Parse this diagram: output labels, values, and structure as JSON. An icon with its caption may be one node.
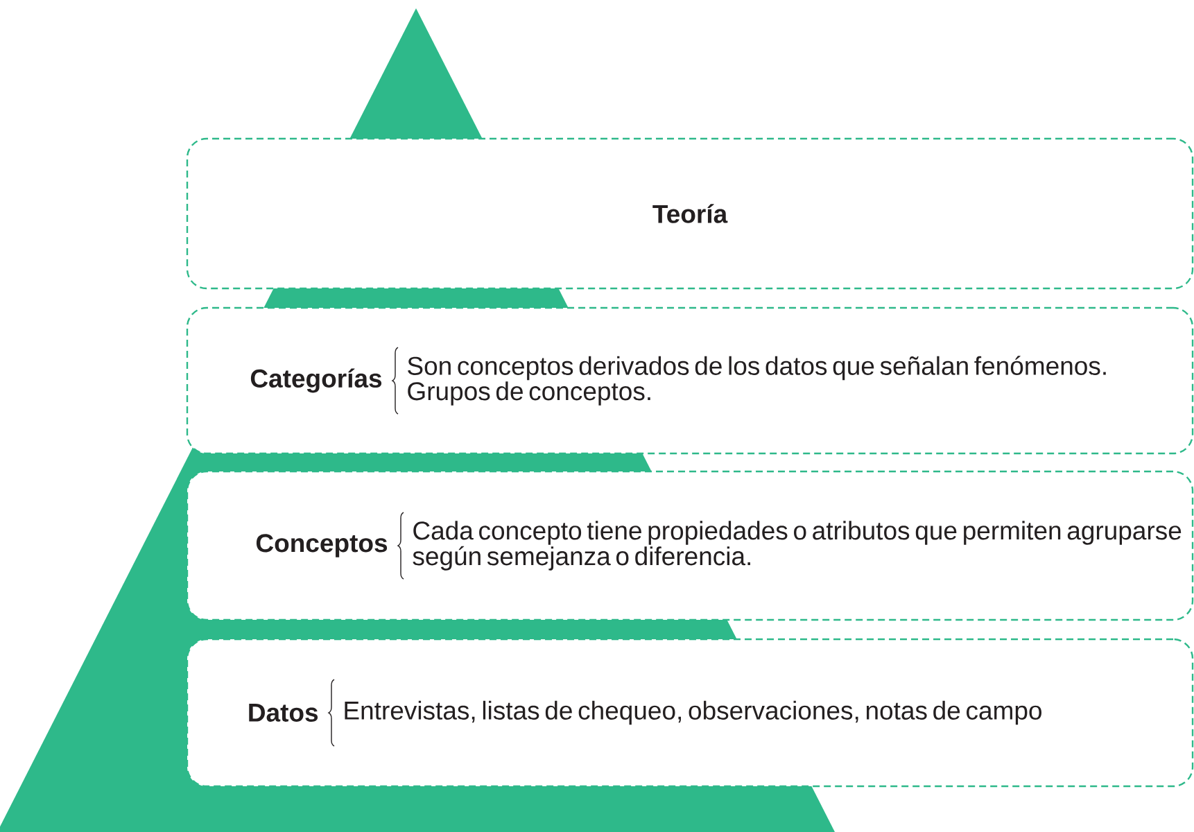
{
  "diagram": {
    "nodes": [
      {
        "text": [
          "Teoría"
        ]
      },
      {
        "text": [
          "Categorías",
          "Son conceptos derivados de los datos que señalan fenómenos. Grupos de conceptos."
        ]
      },
      {
        "text": [
          "Conceptos",
          "Cada concepto tiene propiedades o atributos que permiten agruparse según semejanza o diferencia."
        ]
      },
      {
        "text": [
          "Datos",
          "Entrevistas, listas de chequeo, observaciones,  notas de campo"
        ]
      }
    ]
  }
}
